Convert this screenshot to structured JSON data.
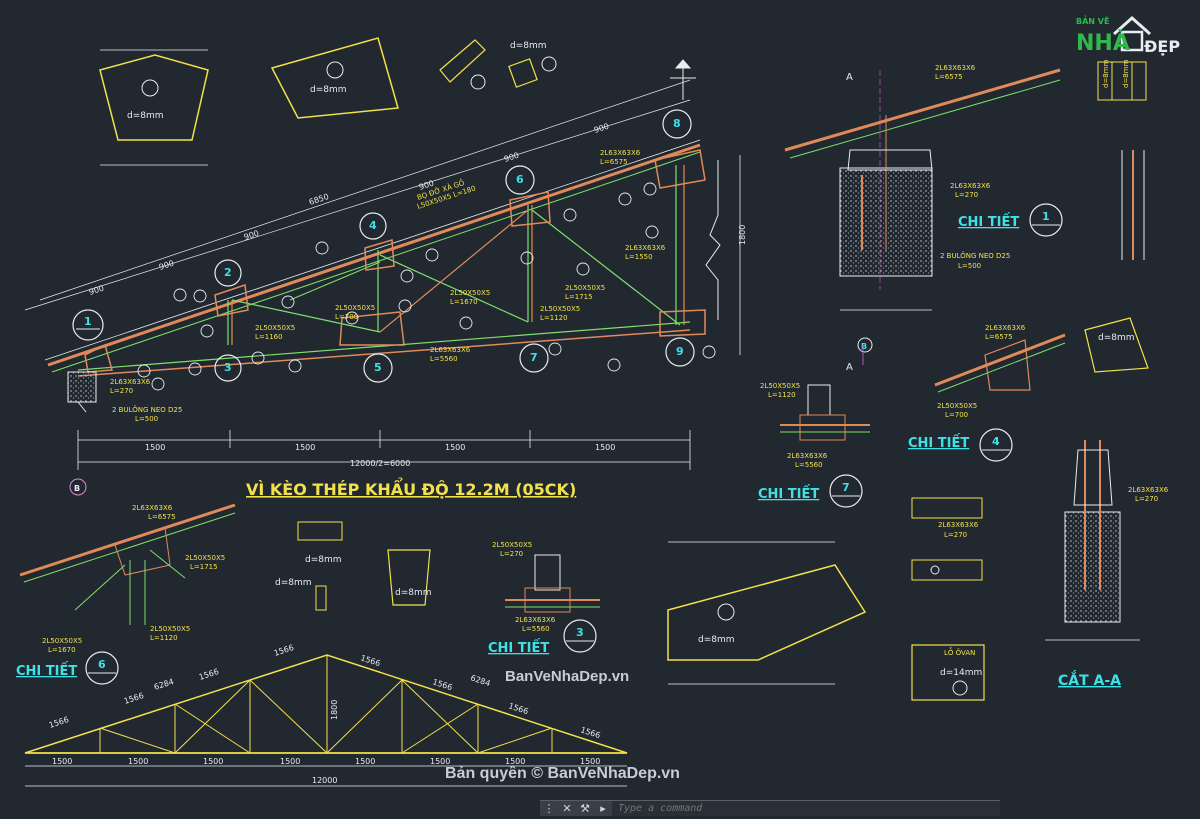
{
  "drawing": {
    "main_title": "VÌ KÈO THÉP KHẨU ĐỘ 12.2M (05CK)",
    "section_title": "CẮT A-A",
    "details": {
      "d1": "CHI TIẾT",
      "d4": "CHI TIẾT",
      "d7": "CHI TIẾT",
      "d3": "CHI TIẾT",
      "d6": "CHI TIẾT"
    },
    "plate_thickness": "d=8mm",
    "plate_thickness_14": "d=14mm",
    "anchor_bolt": "2 BULÔNG NEO D25",
    "anchor_len": "L=500",
    "members": {
      "top_chord": "2L63X63X6",
      "top_len": "L=6575",
      "bot_len": "L=5560",
      "diag_1715": "2L50X50X5",
      "len_1715": "L=1715",
      "len_1670": "L=1670",
      "len_1120": "L=1120",
      "len_700": "L=700",
      "len_270": "L=270",
      "len_1550": "L=1550",
      "len_1160": "L=1160",
      "bracing": "BỌ ĐỠ XÀ GỒ",
      "bracing_size": "L50X50X5 L=180"
    },
    "dims": {
      "span_half": "12000/2=6000",
      "span_full": "12000",
      "panel": "1500",
      "rise": "1800",
      "slope": "6284",
      "slope2": "6850",
      "seg900": "900",
      "seg1566": "1566"
    },
    "markers": {
      "n1": "1",
      "n2": "2",
      "n3": "3",
      "n4": "4",
      "n5": "5",
      "n6": "6",
      "n7": "7",
      "n8": "8",
      "n9": "9",
      "pA": "A",
      "pB": "B"
    },
    "weld_opening": "LỖ ÔVAN"
  },
  "logo": {
    "top": "BẢN VẼ",
    "brand_a": "NHÀ",
    "brand_b": "ĐẸP"
  },
  "watermark": {
    "site": "BanVeNhaDep.vn",
    "copyright": "Bản quyền © BanVeNhaDep.vn"
  },
  "command_line": {
    "placeholder": "Type a command"
  },
  "colors": {
    "background": "#212830",
    "yellow": "#f2e14a",
    "cyan": "#3fe0e6",
    "green": "#7ee06c",
    "white": "#e8ecef",
    "orange": "#e08a5a",
    "red": "#d9534f",
    "magenta": "#e060d0"
  }
}
